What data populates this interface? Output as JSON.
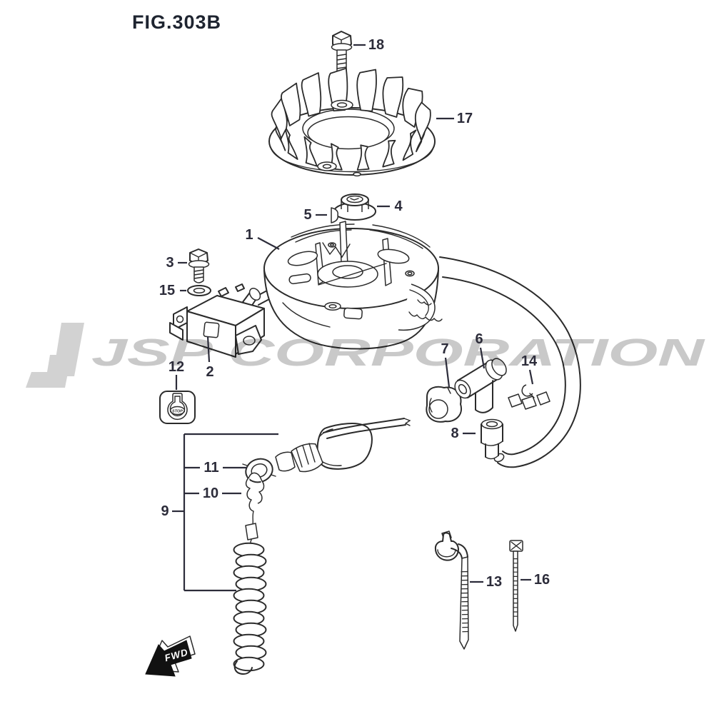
{
  "figure": {
    "title": "FIG.303B"
  },
  "watermark": {
    "text": "JSP CORPORATION"
  },
  "labels": {
    "stop_button": "STOP",
    "fwd_marker": "FWD"
  },
  "colors": {
    "line": "#2b2b2b",
    "label": "#2c2c3a",
    "watermark": "#c9c9c9",
    "arrow_fill": "#111111"
  },
  "callouts": [
    {
      "num": "1"
    },
    {
      "num": "2"
    },
    {
      "num": "3"
    },
    {
      "num": "4"
    },
    {
      "num": "5"
    },
    {
      "num": "6"
    },
    {
      "num": "7"
    },
    {
      "num": "8"
    },
    {
      "num": "9"
    },
    {
      "num": "10"
    },
    {
      "num": "11"
    },
    {
      "num": "12"
    },
    {
      "num": "13"
    },
    {
      "num": "14"
    },
    {
      "num": "15"
    },
    {
      "num": "16"
    },
    {
      "num": "17"
    },
    {
      "num": "18"
    }
  ]
}
